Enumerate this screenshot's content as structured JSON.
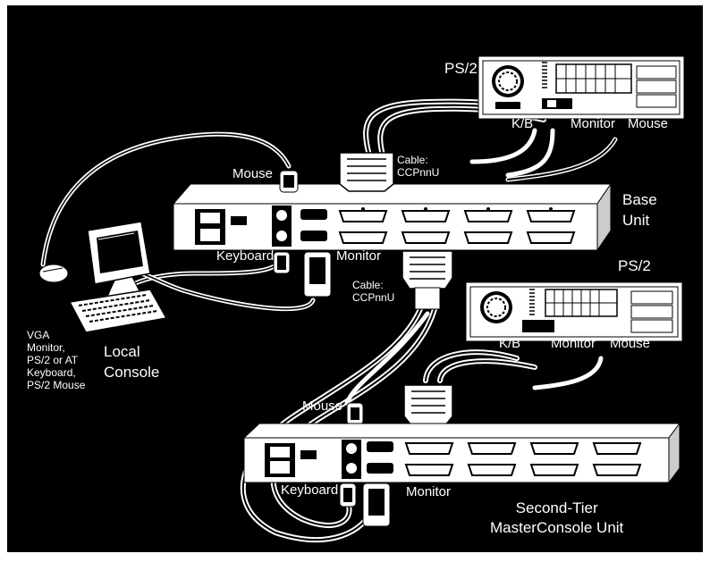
{
  "labels": {
    "ps2_top": "PS/2",
    "ps2_bottom": "PS/2",
    "kb_top": "K/B",
    "monitor_top": "Monitor",
    "mouse_top": "Mouse",
    "cable_top": "Cable:\nCCPnnU",
    "mouse_console": "Mouse",
    "base_unit": "Base\nUnit",
    "keyboard_base": "Keyboard",
    "monitor_base": "Monitor",
    "cable_mid": "Cable:\nCCPnnU",
    "kb_bottom": "K/B",
    "monitor_bottom": "Monitor",
    "mouse_bottom": "Mouse",
    "console_devices": "VGA\nMonitor,\nPS/2 or AT\nKeyboard,\nPS/2 Mouse",
    "local_console": "Local\nConsole",
    "mouse_second": "Mouse",
    "keyboard_second": "Keyboard",
    "monitor_second": "Monitor",
    "second_tier": "Second-Tier\nMasterConsole Unit"
  },
  "colors": {
    "background": "#000000",
    "device": "#ffffff",
    "outline": "#000000"
  }
}
